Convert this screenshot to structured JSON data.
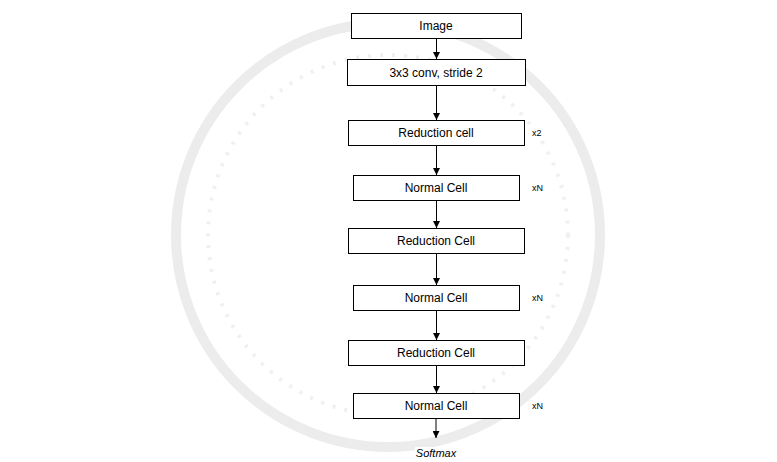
{
  "diagram": {
    "nodes": [
      {
        "text": [
          "Image"
        ]
      },
      {
        "text": [
          "3x3 conv, stride 2"
        ]
      },
      {
        "text": [
          "Reduction cell"
        ]
      },
      {
        "text": [
          "Normal Cell"
        ]
      },
      {
        "text": [
          "Reduction Cell"
        ]
      },
      {
        "text": [
          "Normal Cell"
        ]
      },
      {
        "text": [
          "Reduction Cell"
        ]
      },
      {
        "text": [
          "Normal Cell"
        ]
      }
    ],
    "edges": [
      {
        "from": 0,
        "to": 1,
        "arrow": "to"
      },
      {
        "from": 1,
        "to": 2,
        "arrow": "to"
      },
      {
        "from": 2,
        "to": 3,
        "arrow": "to"
      },
      {
        "from": 3,
        "to": 4,
        "arrow": "to"
      },
      {
        "from": 4,
        "to": 5,
        "arrow": "to"
      },
      {
        "from": 5,
        "to": 6,
        "arrow": "to"
      },
      {
        "from": 6,
        "to": 7,
        "arrow": "to"
      }
    ],
    "labels": [
      "x2",
      "xN",
      "xN",
      "xN",
      "Softmax"
    ]
  }
}
